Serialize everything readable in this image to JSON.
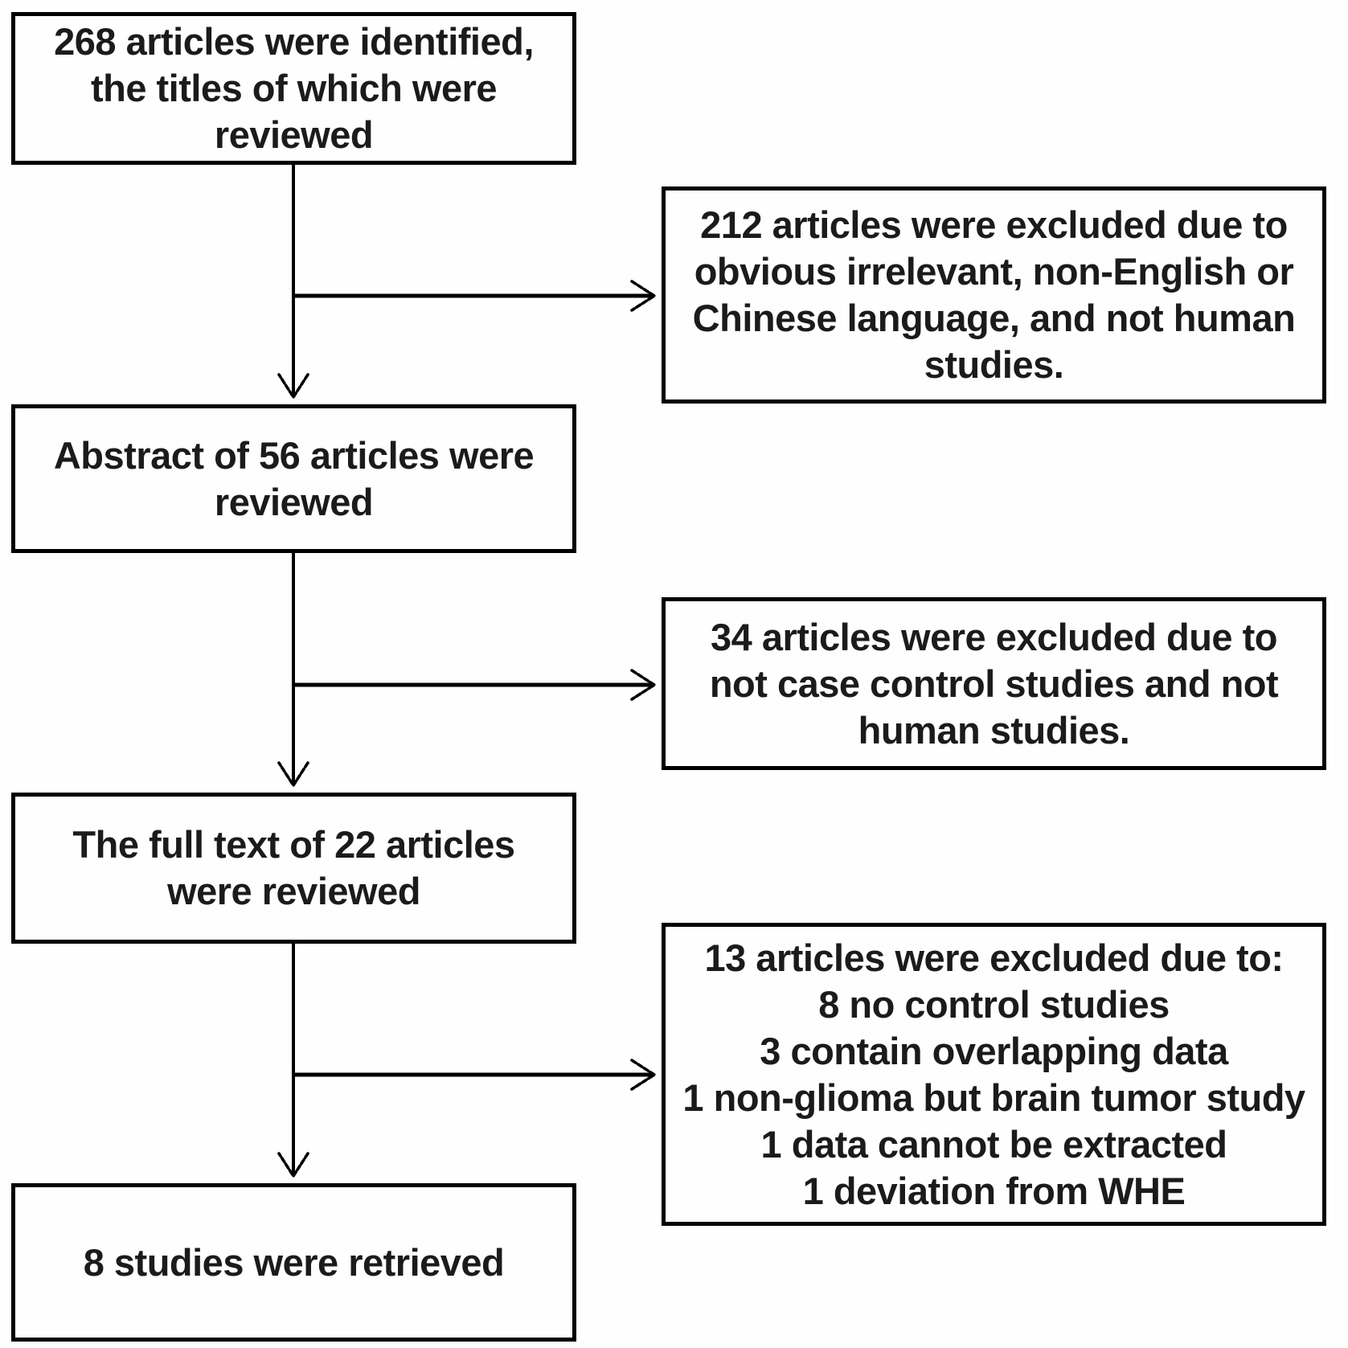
{
  "colors": {
    "box_border": "#000000",
    "box_text": "#1b1b1b",
    "arrow": "#000000",
    "background": "#fefefe"
  },
  "flowchart": {
    "boxes": [
      {
        "id": "identified",
        "text": "268 articles were identified,\nthe titles of which were\nreviewed"
      },
      {
        "id": "excluded_after_title_review",
        "text": "212 articles were excluded due to\nobvious irrelevant, non-English or\nChinese language, and not human\nstudies."
      },
      {
        "id": "abstracts_reviewed",
        "text": "Abstract of 56 articles were\nreviewed"
      },
      {
        "id": "excluded_after_abstract_review",
        "text": "34 articles were excluded due to\nnot case control studies and not\nhuman studies."
      },
      {
        "id": "fulltext_reviewed",
        "text": "The full text of 22 articles\nwere reviewed"
      },
      {
        "id": "excluded_after_fulltext_review",
        "text": "13 articles were excluded due to:\n8 no control studies\n3 contain overlapping data\n1 non-glioma but brain tumor study\n1 data cannot be extracted\n1 deviation from WHE"
      },
      {
        "id": "studies_retrieved",
        "text": "8 studies were retrieved"
      }
    ]
  }
}
